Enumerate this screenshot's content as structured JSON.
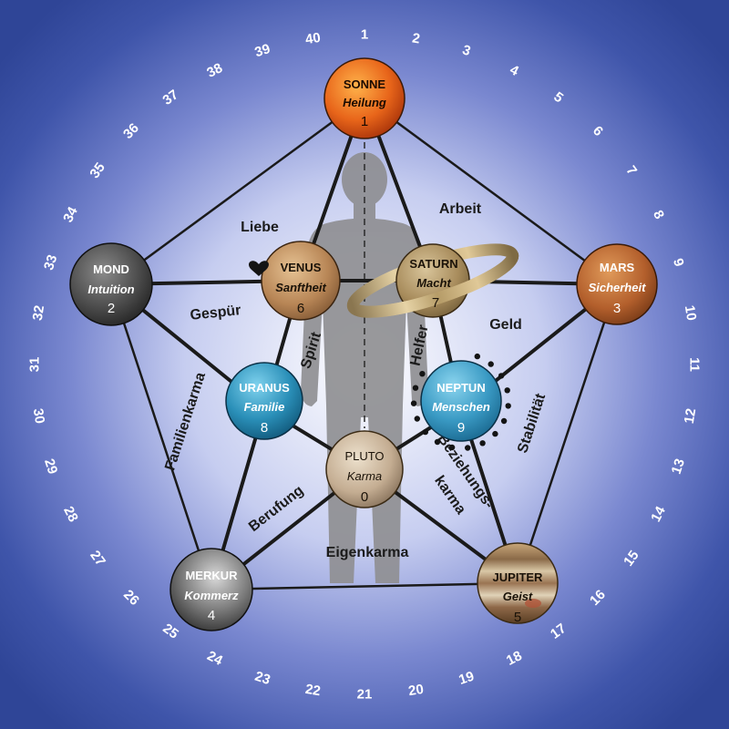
{
  "ring_numbers": [
    "1",
    "2",
    "3",
    "4",
    "5",
    "6",
    "7",
    "8",
    "9",
    "10",
    "11",
    "12",
    "13",
    "14",
    "15",
    "16",
    "17",
    "18",
    "19",
    "20",
    "21",
    "22",
    "23",
    "24",
    "25",
    "26",
    "27",
    "28",
    "29",
    "30",
    "31",
    "32",
    "33",
    "34",
    "35",
    "36",
    "37",
    "38",
    "39",
    "40"
  ],
  "planets": {
    "sonne": {
      "name": "SONNE",
      "quality": "Heilung",
      "number": "1"
    },
    "mond": {
      "name": "MOND",
      "quality": "Intuition",
      "number": "2"
    },
    "mars": {
      "name": "MARS",
      "quality": "Sicherheit",
      "number": "3"
    },
    "merkur": {
      "name": "MERKUR",
      "quality": "Kommerz",
      "number": "4"
    },
    "jupiter": {
      "name": "JUPITER",
      "quality": "Geist",
      "number": "5"
    },
    "venus": {
      "name": "VENUS",
      "quality": "Sanftheit",
      "number": "6"
    },
    "saturn": {
      "name": "SATURN",
      "quality": "Macht",
      "number": "7"
    },
    "uranus": {
      "name": "URANUS",
      "quality": "Familie",
      "number": "8"
    },
    "neptun": {
      "name": "NEPTUN",
      "quality": "Menschen",
      "number": "9"
    },
    "pluto": {
      "name": "PLUTO",
      "quality": "Karma",
      "number": "0"
    }
  },
  "edge_labels": {
    "liebe": "Liebe",
    "arbeit": "Arbeit",
    "gespuer": "Gespür",
    "geld": "Geld",
    "spirit": "Spirit",
    "helfer": "Helfer",
    "familienkarma": "Familienkarma",
    "stabilitaet": "Stabilität",
    "berufung": "Berufung",
    "beziehungskarma_1": "Beziehungs-",
    "beziehungskarma_2": "karma",
    "eigenkarma": "Eigenkarma"
  },
  "colors": {
    "background_outer": "#3d52a8",
    "background_inner": "#ffffff",
    "line": "#1a1a1a",
    "ring_text": "#ffffff",
    "silhouette": "#8f8f93"
  }
}
